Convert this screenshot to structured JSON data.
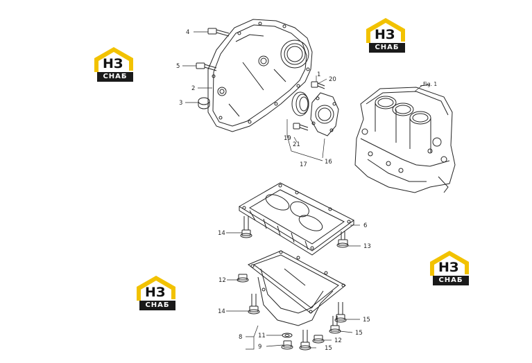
{
  "brand": {
    "logo_top": "НЗ",
    "logo_bottom": "CHAБ",
    "colors": {
      "yellow": "#F2C200",
      "black": "#1a1a1a"
    }
  },
  "figure": {
    "fig_label": "Fig. 1"
  },
  "callouts": [
    "4",
    "5",
    "2",
    "3",
    "1",
    "20",
    "19",
    "21",
    "17",
    "16",
    "14",
    "6",
    "13",
    "12",
    "14",
    "11",
    "8",
    "9",
    "15",
    "12",
    "15",
    "15"
  ]
}
